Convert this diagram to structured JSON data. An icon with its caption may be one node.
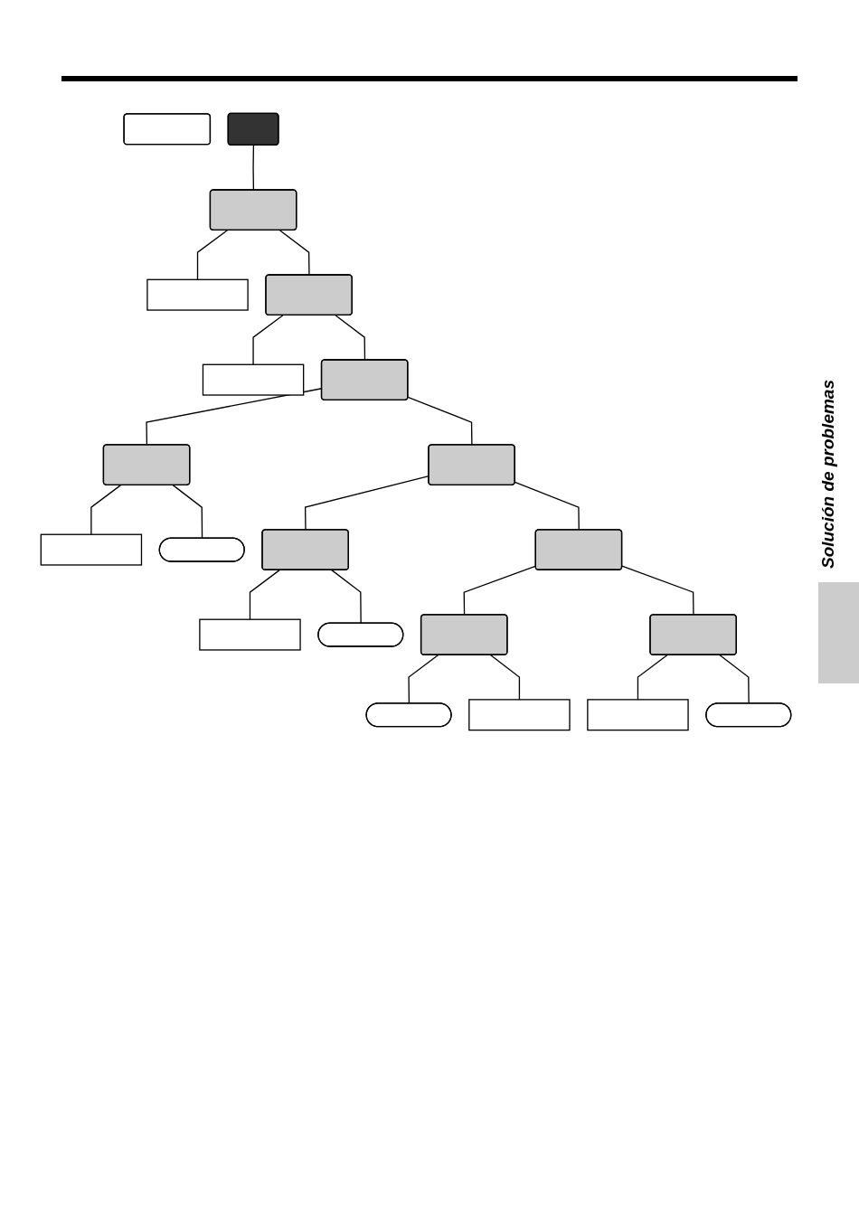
{
  "diagram": {
    "nodes": [
      {
        "text": [],
        "shape": "box"
      },
      {
        "text": [],
        "shape": "box"
      },
      {
        "text": [],
        "shape": "box"
      },
      {
        "text": [],
        "shape": "box"
      },
      {
        "text": [],
        "shape": "box"
      },
      {
        "text": [],
        "shape": "box"
      },
      {
        "text": [],
        "shape": "box"
      },
      {
        "text": [],
        "shape": "box"
      },
      {
        "text": [],
        "shape": "box"
      },
      {
        "text": [],
        "shape": "ellipse"
      },
      {
        "text": [],
        "shape": "box"
      },
      {
        "text": [],
        "shape": "box"
      },
      {
        "text": [],
        "shape": "box"
      },
      {
        "text": [],
        "shape": "ellipse"
      },
      {
        "text": [],
        "shape": "box"
      },
      {
        "text": [],
        "shape": "box"
      },
      {
        "text": [],
        "shape": "box"
      },
      {
        "text": [],
        "shape": "ellipse"
      },
      {
        "text": [],
        "shape": "box"
      },
      {
        "text": [],
        "shape": "ellipse"
      },
      {
        "text": [],
        "shape": "box"
      }
    ],
    "edges": [
      {
        "from": 1,
        "to": 2,
        "arrow": "none"
      },
      {
        "from": 2,
        "to": 4,
        "arrow": "none"
      },
      {
        "from": 2,
        "to": 3,
        "arrow": "none"
      },
      {
        "from": 4,
        "to": 6,
        "arrow": "none"
      },
      {
        "from": 4,
        "to": 5,
        "arrow": "none"
      },
      {
        "from": 6,
        "to": 10,
        "arrow": "none"
      },
      {
        "from": 6,
        "to": 7,
        "arrow": "none"
      },
      {
        "from": 7,
        "to": 8,
        "arrow": "none"
      },
      {
        "from": 7,
        "to": 9,
        "arrow": "none"
      },
      {
        "from": 10,
        "to": 14,
        "arrow": "none"
      },
      {
        "from": 10,
        "to": 11,
        "arrow": "none"
      },
      {
        "from": 11,
        "to": 12,
        "arrow": "none"
      },
      {
        "from": 11,
        "to": 13,
        "arrow": "none"
      },
      {
        "from": 14,
        "to": 18,
        "arrow": "none"
      },
      {
        "from": 14,
        "to": 15,
        "arrow": "none"
      },
      {
        "from": 15,
        "to": 16,
        "arrow": "none"
      },
      {
        "from": 15,
        "to": 17,
        "arrow": "none"
      },
      {
        "from": 18,
        "to": 19,
        "arrow": "none"
      },
      {
        "from": 18,
        "to": 20,
        "arrow": "none"
      }
    ],
    "labels": [
      "Solución de problemas"
    ]
  }
}
